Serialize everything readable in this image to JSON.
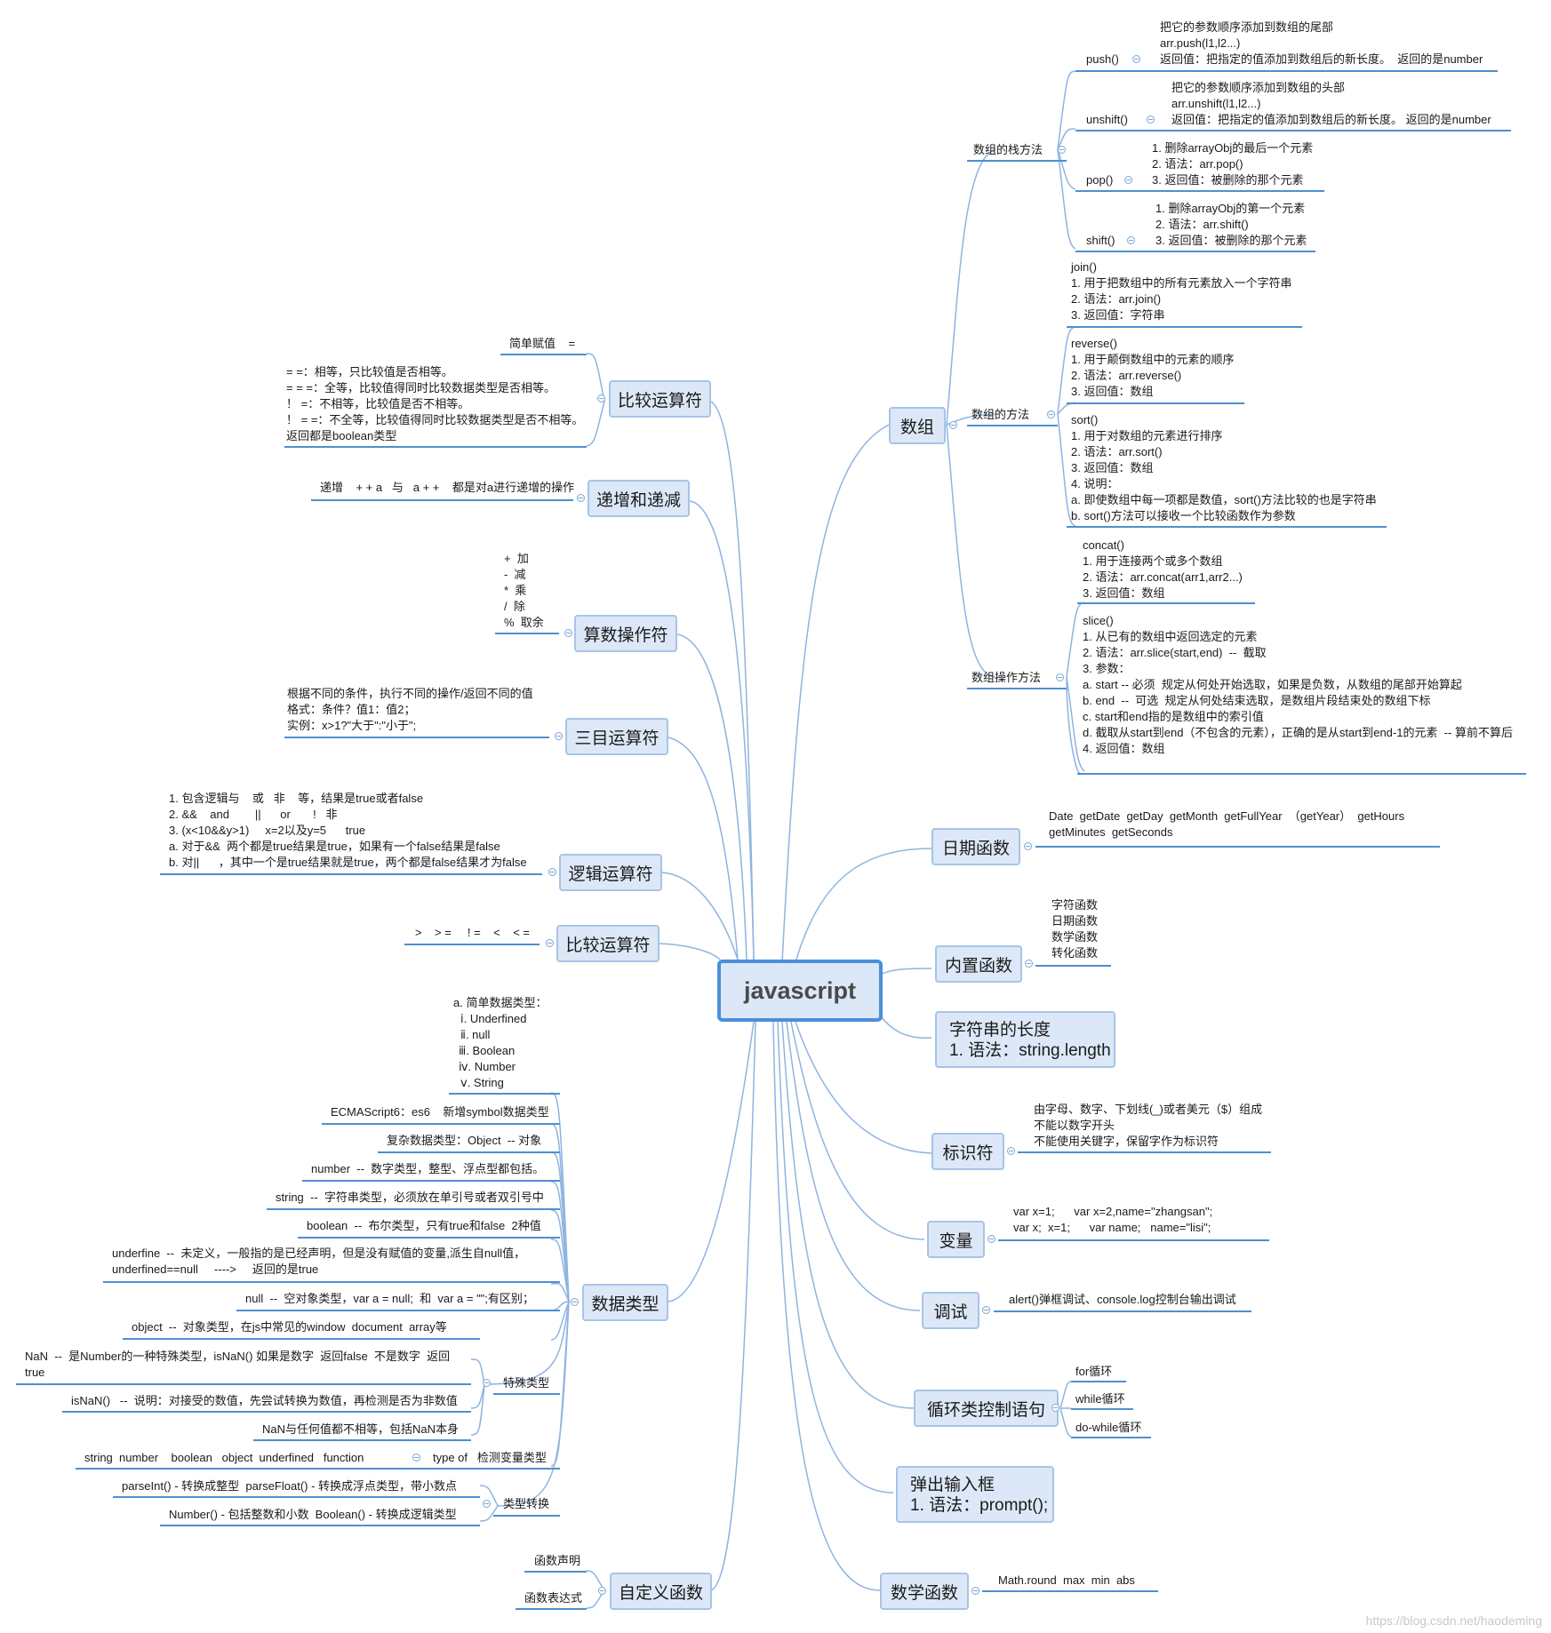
{
  "central": "javascript",
  "right": {
    "array": {
      "label": "数组",
      "stack": {
        "label": "数组的栈方法",
        "push": {
          "name": "push()",
          "lines": [
            "把它的参数顺序添加到数组的尾部",
            "arr.push(l1,l2...)",
            "返回值：把指定的值添加到数组后的新长度。  返回的是number"
          ]
        },
        "unshift": {
          "name": "unshift()",
          "lines": [
            "把它的参数顺序添加到数组的头部",
            "arr.unshift(l1,l2...)",
            "返回值：把指定的值添加到数组后的新长度。 返回的是number"
          ]
        },
        "pop": {
          "name": "pop()",
          "lines": [
            "1. 删除arrayObj的最后一个元素",
            "2. 语法：arr.pop()",
            "3. 返回值：被删除的那个元素"
          ]
        },
        "shift": {
          "name": "shift()",
          "lines": [
            "1. 删除arrayObj的第一个元素",
            "2. 语法：arr.shift()",
            "3. 返回值：被删除的那个元素"
          ]
        }
      },
      "methods": {
        "label": "数组的方法",
        "join": [
          "join()",
          "1. 用于把数组中的所有元素放入一个字符串",
          "2. 语法：arr.join()",
          "3. 返回值：字符串"
        ],
        "reverse": [
          "reverse()",
          "1. 用于颠倒数组中的元素的顺序",
          "2. 语法：arr.reverse()",
          "3. 返回值：数组"
        ],
        "sort": [
          "sort()",
          "1. 用于对数组的元素进行排序",
          "2. 语法：arr.sort()",
          "3. 返回值：数组",
          "4. 说明：",
          "a. 即使数组中每一项都是数值，sort()方法比较的也是字符串",
          "b. sort()方法可以接收一个比较函数作为参数"
        ]
      },
      "ops": {
        "label": "数组操作方法",
        "concat": [
          "concat()",
          "1. 用于连接两个或多个数组",
          "2. 语法：arr.concat(arr1,arr2...)",
          "3. 返回值：数组"
        ],
        "slice": [
          "slice()",
          "1. 从已有的数组中返回选定的元素",
          "2. 语法：arr.slice(start,end)  --  截取",
          "3. 参数：",
          "a. start -- 必须  规定从何处开始选取，如果是负数，从数组的尾部开始算起",
          "b. end  --  可选  规定从何处结束选取，是数组片段结束处的数组下标",
          "c. start和end指的是数组中的索引值",
          "d. 截取从start到end（不包含的元素），正确的是从start到end-1的元素  -- 算前不算后",
          "4. 返回值：数组"
        ]
      }
    },
    "date": {
      "label": "日期函数",
      "lines": [
        "Date  getDate  getDay  getMonth  getFullYear  （getYear）  getHours",
        "getMinutes  getSeconds"
      ]
    },
    "builtin": {
      "label": "内置函数",
      "items": [
        "字符函数",
        "日期函数",
        "数学函数",
        "转化函数"
      ]
    },
    "strlen": {
      "label": "字符串的长度",
      "line2": "1. 语法：string.length"
    },
    "ident": {
      "label": "标识符",
      "lines": [
        "由字母、数字、下划线(_)或者美元（$）组成",
        "不能以数字开头",
        "不能使用关键字，保留字作为标识符"
      ]
    },
    "variable": {
      "label": "变量",
      "lines": [
        "var x=1;      var x=2,name=\"zhangsan\";",
        "var x;  x=1;      var name;   name=\"lisi\";"
      ]
    },
    "debug": {
      "label": "调试",
      "line": "alert()弹框调试、console.log控制台输出调试"
    },
    "loop": {
      "label": "循环类控制语句",
      "items": [
        "for循环",
        "while循环",
        "do-while循环"
      ]
    },
    "prompt": {
      "label": "弹出输入框",
      "line2": "1. 语法：prompt();"
    },
    "math": {
      "label": "数学函数",
      "line": "Math.round  max  min  abs"
    }
  },
  "left": {
    "compare1": {
      "label": "比较运算符",
      "assign": "简单赋值    =",
      "lines": [
        "= =：相等，只比较值是否相等。",
        "= = =：全等，比较值得同时比较数据类型是否相等。",
        "！ =：不相等，比较值是否不相等。",
        "！ = =：不全等，比较值得同时比较数据类型是否不相等。",
        "返回都是boolean类型"
      ]
    },
    "incdec": {
      "label": "递增和递减",
      "line": "递增    + + a   与   a + +    都是对a进行递增的操作"
    },
    "arith": {
      "label": "算数操作符",
      "lines": [
        "+  加",
        "-  减",
        "*  乘",
        "/  除",
        "%  取余"
      ]
    },
    "ternary": {
      "label": "三目运算符",
      "lines": [
        "根据不同的条件，执行不同的操作/返回不同的值",
        "格式：条件？值1：值2；",
        "实例：x>1?\"大于\":\"小于\";"
      ]
    },
    "logic": {
      "label": "逻辑运算符",
      "lines": [
        "1. 包含逻辑与    或   非    等，结果是true或者false",
        "2. &&    and        ||      or       !   非",
        "3. (x<10&&y>1)     x=2以及y=5      true",
        "a. 对于&&  两个都是true结果是true，如果有一个false结果是false",
        "b. 对||      ，其中一个是true结果就是true，两个都是false结果才为false"
      ]
    },
    "compare2": {
      "label": "比较运算符",
      "line": ">    > =     ! =    <    < ="
    },
    "datatype": {
      "label": "数据类型",
      "simple": [
        "a. 简单数据类型：",
        "ⅰ. Underfined",
        "ⅱ. null",
        "ⅲ. Boolean",
        "ⅳ. Number",
        "ⅴ. String"
      ],
      "es6": "ECMAScript6：es6    新增symbol数据类型",
      "complex": "复杂数据类型：Object  -- 对象",
      "number": "number  --  数字类型，整型、浮点型都包括。",
      "string": "string  --  字符串类型，必须放在单引号或者双引号中",
      "boolean": "boolean  --  布尔类型，只有true和false  2种值",
      "underfine": [
        "underfine  --  未定义，一般指的是已经声明，但是没有赋值的变量,派生自null值，",
        "underfined==null     ---->     返回的是true"
      ],
      "null": "null  --  空对象类型，var a = null;  和  var a = \"\";有区别；",
      "object": "object  --  对象类型，在js中常见的window  document  array等",
      "special": {
        "label": "特殊类型",
        "nan": [
          "NaN  --  是Number的一种特殊类型，isNaN() 如果是数字  返回false  不是数字  返回",
          "true"
        ],
        "isnan": "isNaN()   --  说明：对接受的数值，先尝试转换为数值，再检测是否为非数值",
        "nanneq": "NaN与任何值都不相等，包括NaN本身"
      },
      "typeof": {
        "list": "string  number    boolean   object  underfined   function",
        "label": "type of   检测变量类型"
      },
      "convert": {
        "label": "类型转换",
        "parse": "parseInt() - 转换成整型  parseFloat() - 转换成浮点类型，带小数点",
        "number": "Number() - 包括整数和小数  Boolean() - 转换成逻辑类型"
      }
    },
    "customfn": {
      "label": "自定义函数",
      "items": [
        "函数声明",
        "函数表达式"
      ]
    }
  },
  "watermark": "https://blog.csdn.net/haodeming"
}
